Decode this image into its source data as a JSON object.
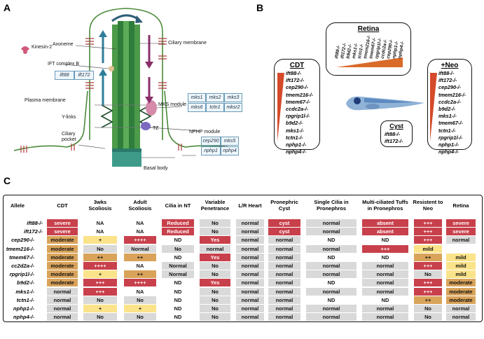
{
  "panels": {
    "a": "A",
    "b": "B",
    "c": "C"
  },
  "diagram": {
    "kinesin": "Kinesin-2",
    "axoneme": "Axoneme",
    "ciliary_membrane": "Ciliary membrane",
    "ift_complex": "IFT complex B",
    "ift_genes": [
      "ift88",
      "ift172"
    ],
    "plasma_membrane": "Plasma membrane",
    "mks_module": "MKS module",
    "mks_genes": [
      "mks1",
      "mks2",
      "mks3",
      "mks6",
      "tctn1",
      "mksr2"
    ],
    "y_links": "Y-links",
    "tz": "TZ",
    "ciliary_pocket": "Ciliary pocket",
    "nphp_module": "NPHP module",
    "nphp_genes": [
      "cep290",
      "mks5",
      "nphp1",
      "nphp4"
    ],
    "basal_body": "Basal body"
  },
  "groups": {
    "retina": {
      "title": "Retina",
      "genes": [
        "ift88-/-",
        "ift172-/-",
        "b9d2-/-",
        "mks1-/-",
        "tctn1-/-",
        "tmem216-/-",
        "tmem67-/-",
        "rpgrip1l-/-",
        "ccdc2a-/-",
        "cep290-/-",
        "nphp1-/-",
        "nphp4-/-"
      ]
    },
    "cdt": {
      "title": "CDT",
      "genes": [
        "ift88-/-",
        "ift172-/-",
        "cep290-/-",
        "tmem216-/-",
        "tmem67-/-",
        "ccdc2a-/-",
        "rpgrip1l-/-",
        "b9d2-/-",
        "mks1-/-",
        "tctn1-/-",
        "nphp1-/-",
        "nphp4-/-"
      ]
    },
    "neo": {
      "title": "+Neo",
      "genes": [
        "ift88-/-",
        "ift172-/-",
        "cep290-/-",
        "tmem216-/-",
        "ccdc2a-/-",
        "b9d2-/-",
        "mks1-/-",
        "tmem67-/-",
        "tctn1-/-",
        "rpgrip1l-/-",
        "nphp1-/-",
        "nphp4-/-"
      ]
    },
    "cyst": {
      "title": "Cyst",
      "genes": [
        "ift88-/-",
        "ift172-/-"
      ]
    }
  },
  "table": {
    "headers": [
      "Allele",
      "CDT",
      "3wks Scoliosis",
      "Adult Scoliosis",
      "Cilia in NT",
      "Variable Penetrance",
      "L/R Heart",
      "Pronephric Cyst",
      "Single Cilia in Pronephros",
      "Multi-ciliated Tuffs in Pronephros",
      "Resistent to Neo",
      "Retina"
    ],
    "rows": [
      {
        "allele": "ift88-/-",
        "cells": [
          "severe",
          "NA",
          "NA",
          "Reduced",
          "No",
          "normal",
          "cyst",
          "normal",
          "absent",
          "+++",
          "severe"
        ]
      },
      {
        "allele": "ift172-/-",
        "cells": [
          "severe",
          "NA",
          "NA",
          "Reduced",
          "No",
          "normal",
          "cyst",
          "normal",
          "absent",
          "+++",
          "severe"
        ]
      },
      {
        "allele": "cep290-/-",
        "cells": [
          "moderate",
          "+",
          "++++",
          "ND",
          "Yes",
          "normal",
          "normal",
          "ND",
          "ND",
          "+++",
          "normal"
        ]
      },
      {
        "allele": "tmem216-/-",
        "cells": [
          "moderate",
          "No",
          "Normal",
          "No",
          "normal",
          "normal",
          "normal",
          "normal",
          "+++",
          "mild"
        ]
      },
      {
        "allele": "tmem67-/-",
        "cells": [
          "moderate",
          "++",
          "++",
          "ND",
          "Yes",
          "normal",
          "normal",
          "ND",
          "ND",
          "++",
          "mild"
        ]
      },
      {
        "allele": "cc2d2a-/-",
        "cells": [
          "moderate",
          "++++",
          "NA",
          "Normal",
          "No",
          "normal",
          "normal",
          "normal",
          "normal",
          "+++",
          "mild"
        ]
      },
      {
        "allele": "rpgrip1l-/-",
        "cells": [
          "moderate",
          "+",
          "++",
          "Normal",
          "No",
          "normal",
          "normal",
          "normal",
          "normal",
          "No",
          "mild"
        ]
      },
      {
        "allele": "b9d2-/-",
        "cells": [
          "moderate",
          "+++",
          "++++",
          "ND",
          "Yes",
          "normal",
          "normal",
          "ND",
          "normal",
          "+++",
          "moderate"
        ]
      },
      {
        "allele": "mks1-/-",
        "cells": [
          "normal",
          "+++",
          "NA",
          "ND",
          "No",
          "normal",
          "normal",
          "normal",
          "normal",
          "+++",
          "moderate"
        ]
      },
      {
        "allele": "tctn1-/-",
        "cells": [
          "normal",
          "No",
          "No",
          "ND",
          "No",
          "normal",
          "normal",
          "ND",
          "ND",
          "++",
          "moderate"
        ]
      },
      {
        "allele": "nphp1-/-",
        "cells": [
          "normal",
          "+",
          "+",
          "ND",
          "No",
          "normal",
          "normal",
          "normal",
          "normal",
          "No",
          "normal"
        ]
      },
      {
        "allele": "nphp4-/-",
        "cells": [
          "normal",
          "No",
          "No",
          "ND",
          "No",
          "normal",
          "normal",
          "normal",
          "normal",
          "No",
          "normal"
        ]
      }
    ]
  },
  "colors": {
    "red": "#c8404b",
    "orange": "#d9a35a",
    "yellow": "#fbe38a",
    "gray": "#d9d9d9",
    "cilia_green": "#2e7d3a",
    "ift_blue": "#2e7e9a",
    "motor_purple": "#8a2f6a"
  }
}
